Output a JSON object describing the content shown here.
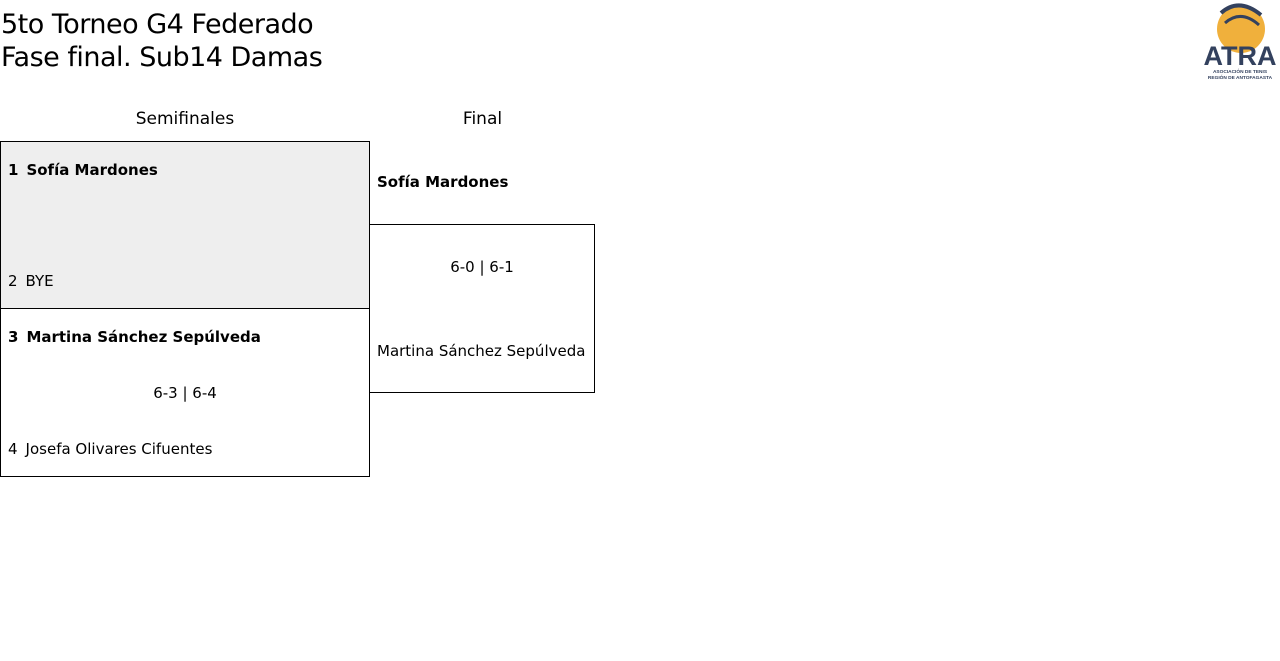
{
  "header": {
    "title_line1": "5to Torneo G4 Federado",
    "title_line2": "Fase final. Sub14 Damas"
  },
  "logo": {
    "text": "ATRA",
    "subtext_line1": "ASOCIACIÓN DE TENIS",
    "subtext_line2": "REGIÓN DE ANTOFAGASTA",
    "colors": {
      "navy": "#33415e",
      "orange": "#f0b03c"
    }
  },
  "columns": {
    "semis": "Semifinales",
    "final": "Final"
  },
  "semifinals": [
    {
      "top": {
        "seed": "1",
        "name": "Sofía Mardones"
      },
      "bottom": {
        "seed": "2",
        "name": "BYE"
      },
      "score": ""
    },
    {
      "top": {
        "seed": "3",
        "name": "Martina Sánchez Sepúlveda"
      },
      "bottom": {
        "seed": "4",
        "name": "Josefa Olivares Cifuentes"
      },
      "score": "6-3 | 6-4"
    }
  ],
  "final": {
    "winner": "Sofía Mardones",
    "score": "6-0 | 6-1",
    "runner_up": "Martina Sánchez Sepúlveda"
  },
  "colors": {
    "bye_match_bg": "#eeeeee",
    "border": "#000000"
  }
}
